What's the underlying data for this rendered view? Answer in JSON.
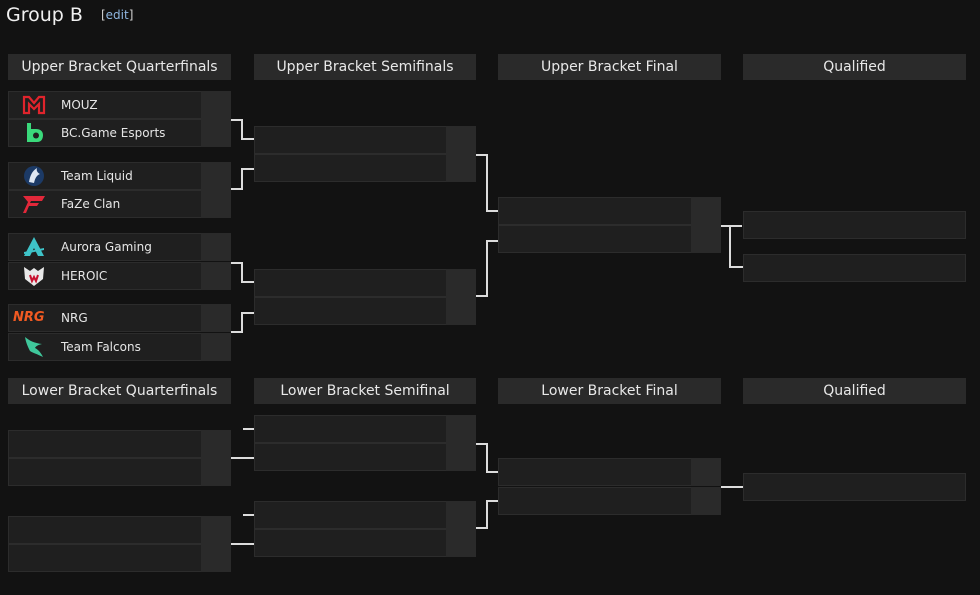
{
  "page": {
    "title": "Group B",
    "edit_label": "edit"
  },
  "rounds": {
    "ubqf": "Upper Bracket Quarterfinals",
    "ubsf": "Upper Bracket Semifinals",
    "ubf": "Upper Bracket Final",
    "uq": "Qualified",
    "lbqf": "Lower Bracket Quarterfinals",
    "lbsf": "Lower Bracket Semifinal",
    "lbf": "Lower Bracket Final",
    "lq": "Qualified"
  },
  "teams": [
    {
      "name": "MOUZ",
      "logo": "mouz-logo-icon",
      "color": "#e0242c"
    },
    {
      "name": "BC.Game Esports",
      "logo": "bcgame-logo-icon",
      "color": "#3ad97b"
    },
    {
      "name": "Team Liquid",
      "logo": "liquid-horse-icon",
      "color": "#c9d6e6"
    },
    {
      "name": "FaZe Clan",
      "logo": "faze-logo-icon",
      "color": "#e2283a"
    },
    {
      "name": "Aurora Gaming",
      "logo": "aurora-logo-icon",
      "color": "#3ec3c8"
    },
    {
      "name": "HEROIC",
      "logo": "heroic-logo-icon",
      "color": "#e9e9e9"
    },
    {
      "name": "NRG",
      "logo": "nrg-logo-icon",
      "color": "#f15a22"
    },
    {
      "name": "Team Falcons",
      "logo": "falcon-logo-icon",
      "color": "#3fc79b"
    }
  ],
  "logo_text": {
    "nrg": "NRG"
  }
}
